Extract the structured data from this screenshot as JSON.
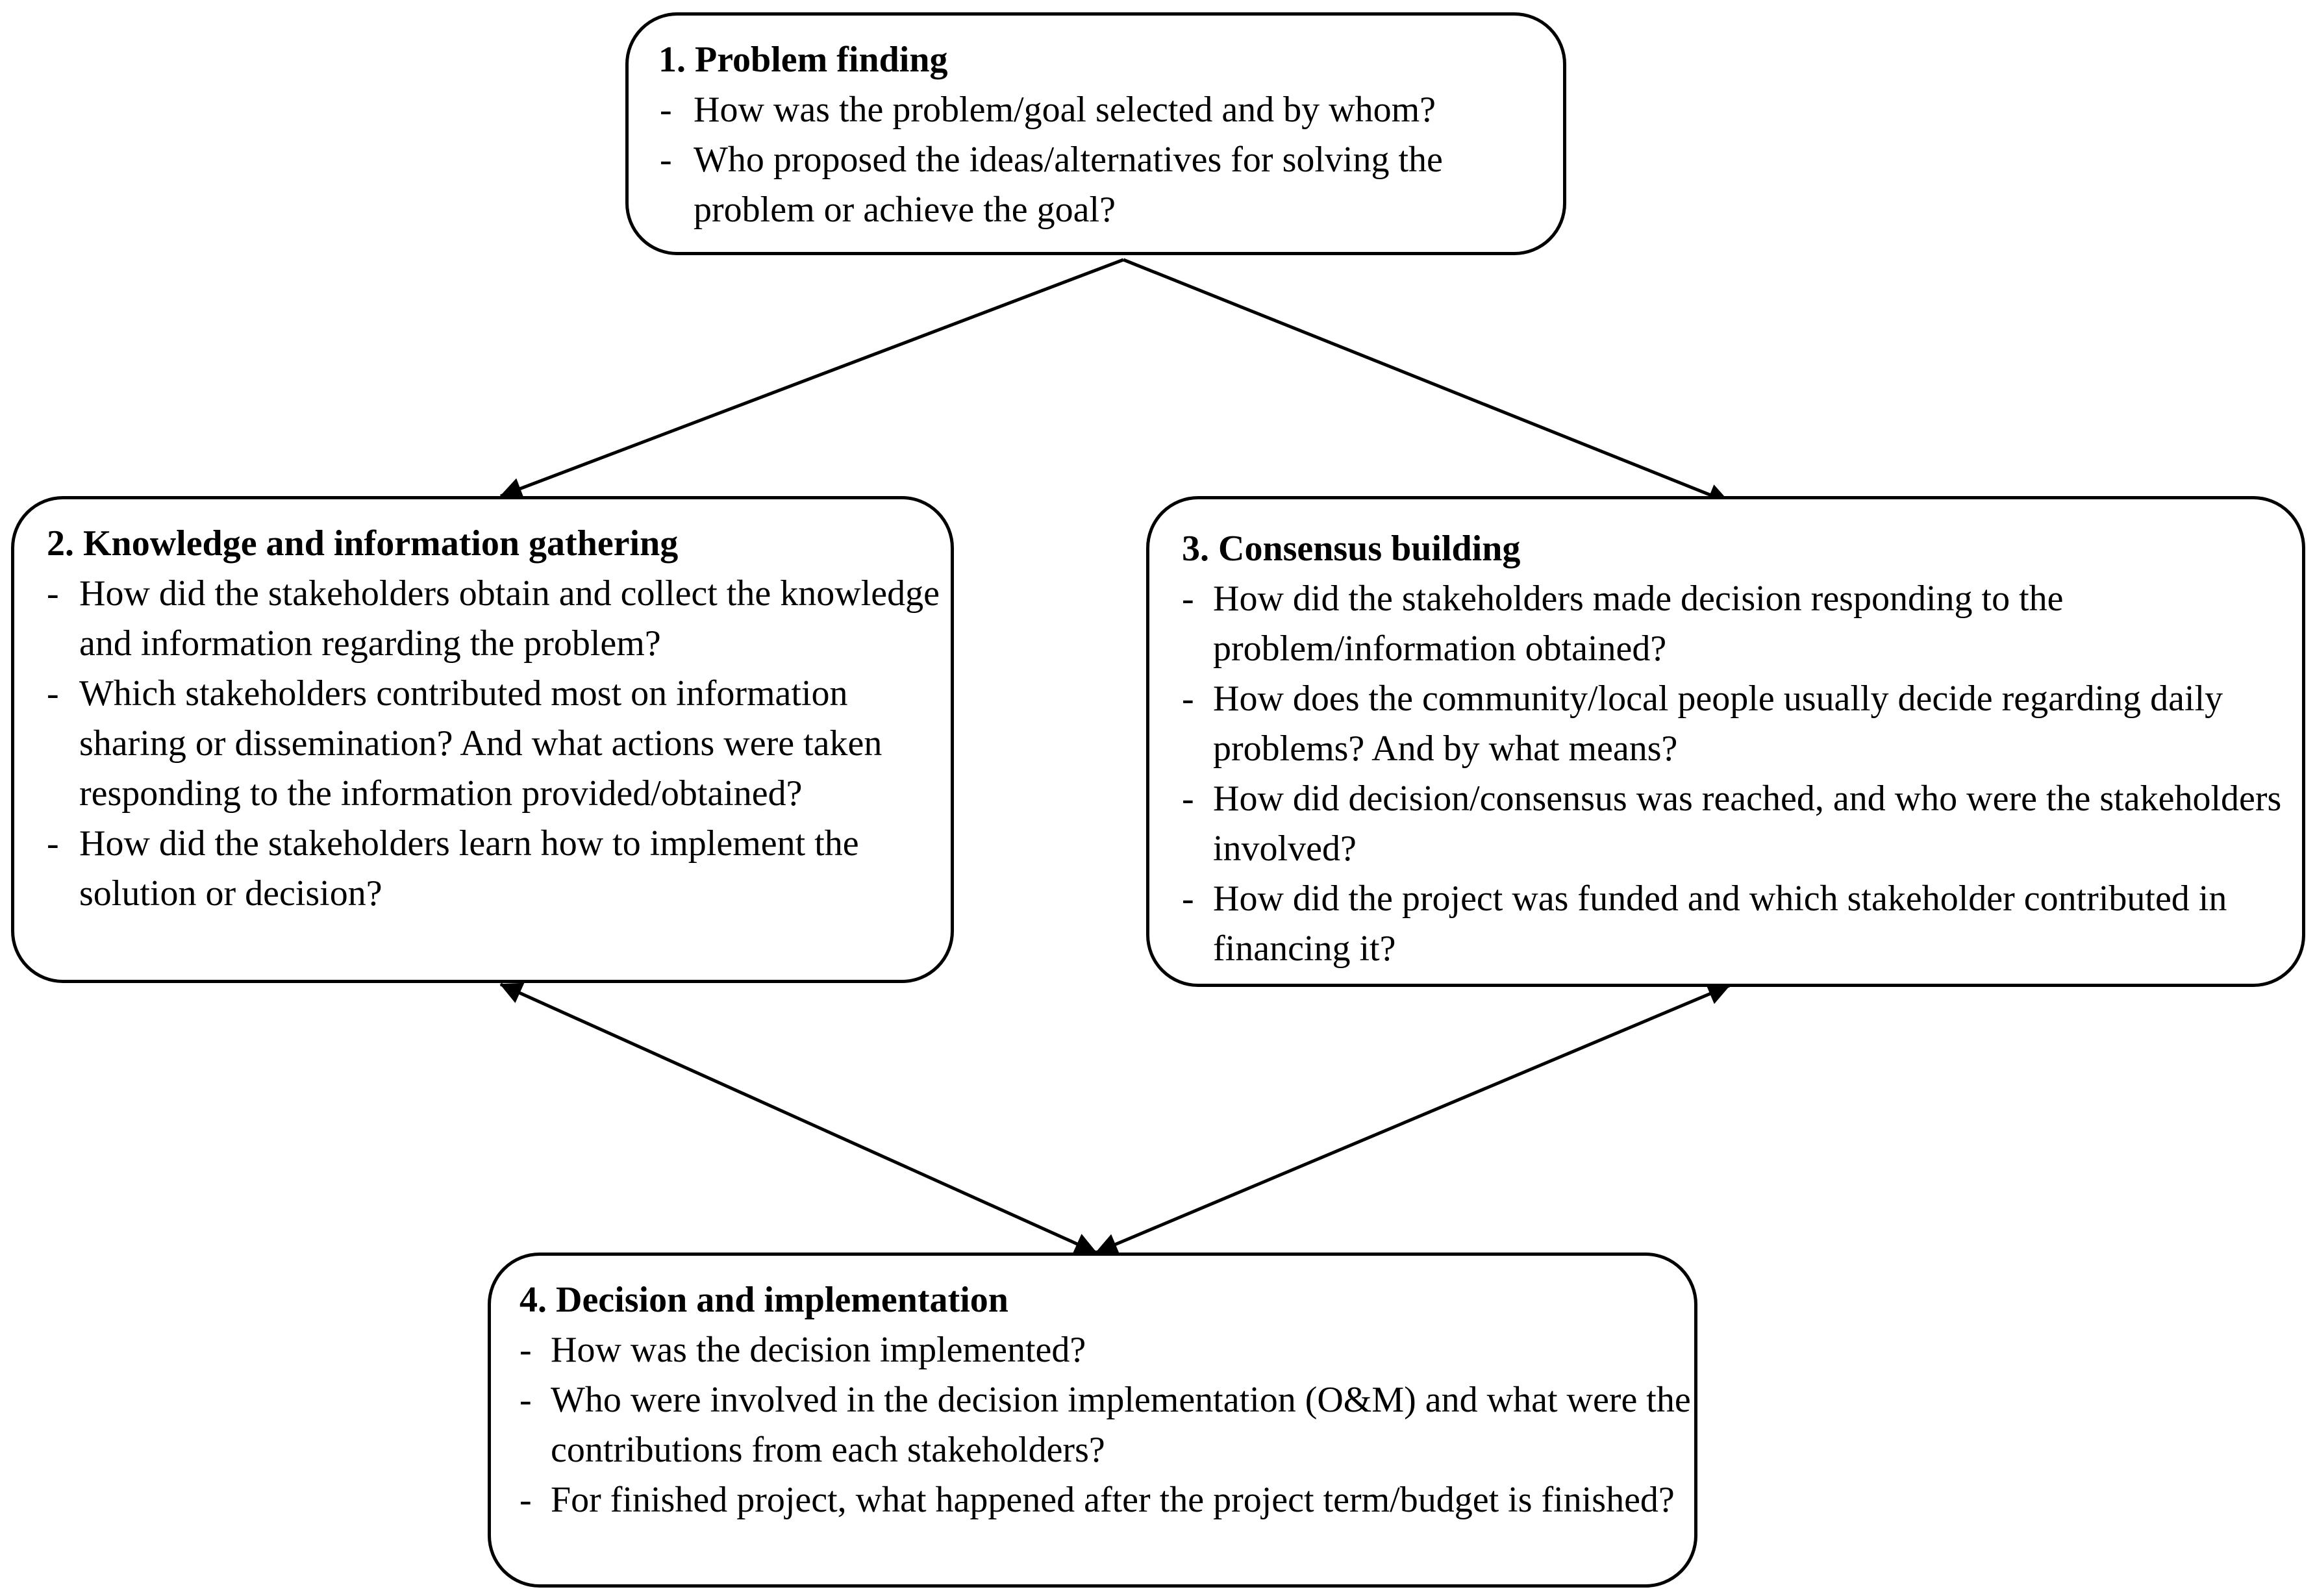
{
  "boxes": [
    {
      "title": "1. Problem finding",
      "items": [
        "How was the problem/goal selected and by whom?",
        "Who proposed the ideas/alternatives for solving the problem or achieve the goal?"
      ]
    },
    {
      "title": "2. Knowledge and information gathering",
      "items": [
        "How did the stakeholders obtain and collect the knowledge and information regarding the problem?",
        "Which stakeholders contributed most on information sharing or dissemination? And what actions were taken responding to the information provided/obtained?",
        "How did the stakeholders learn how to implement the solution or decision?"
      ]
    },
    {
      "title": "3. Consensus building",
      "items": [
        "How did the stakeholders made decision responding to the problem/information obtained?",
        "How does the community/local people usually decide regarding daily problems? And by what means?",
        "How did decision/consensus was reached, and who were the stakeholders involved?",
        "How did the project was funded and which stakeholder contributed in financing it?"
      ]
    },
    {
      "title": "4. Decision and implementation",
      "items": [
        "How was the decision implemented?",
        "Who were involved in the decision implementation (O&M) and what were the contributions from each stakeholders?",
        "For finished project, what happened after the project term/budget is finished?"
      ]
    }
  ]
}
